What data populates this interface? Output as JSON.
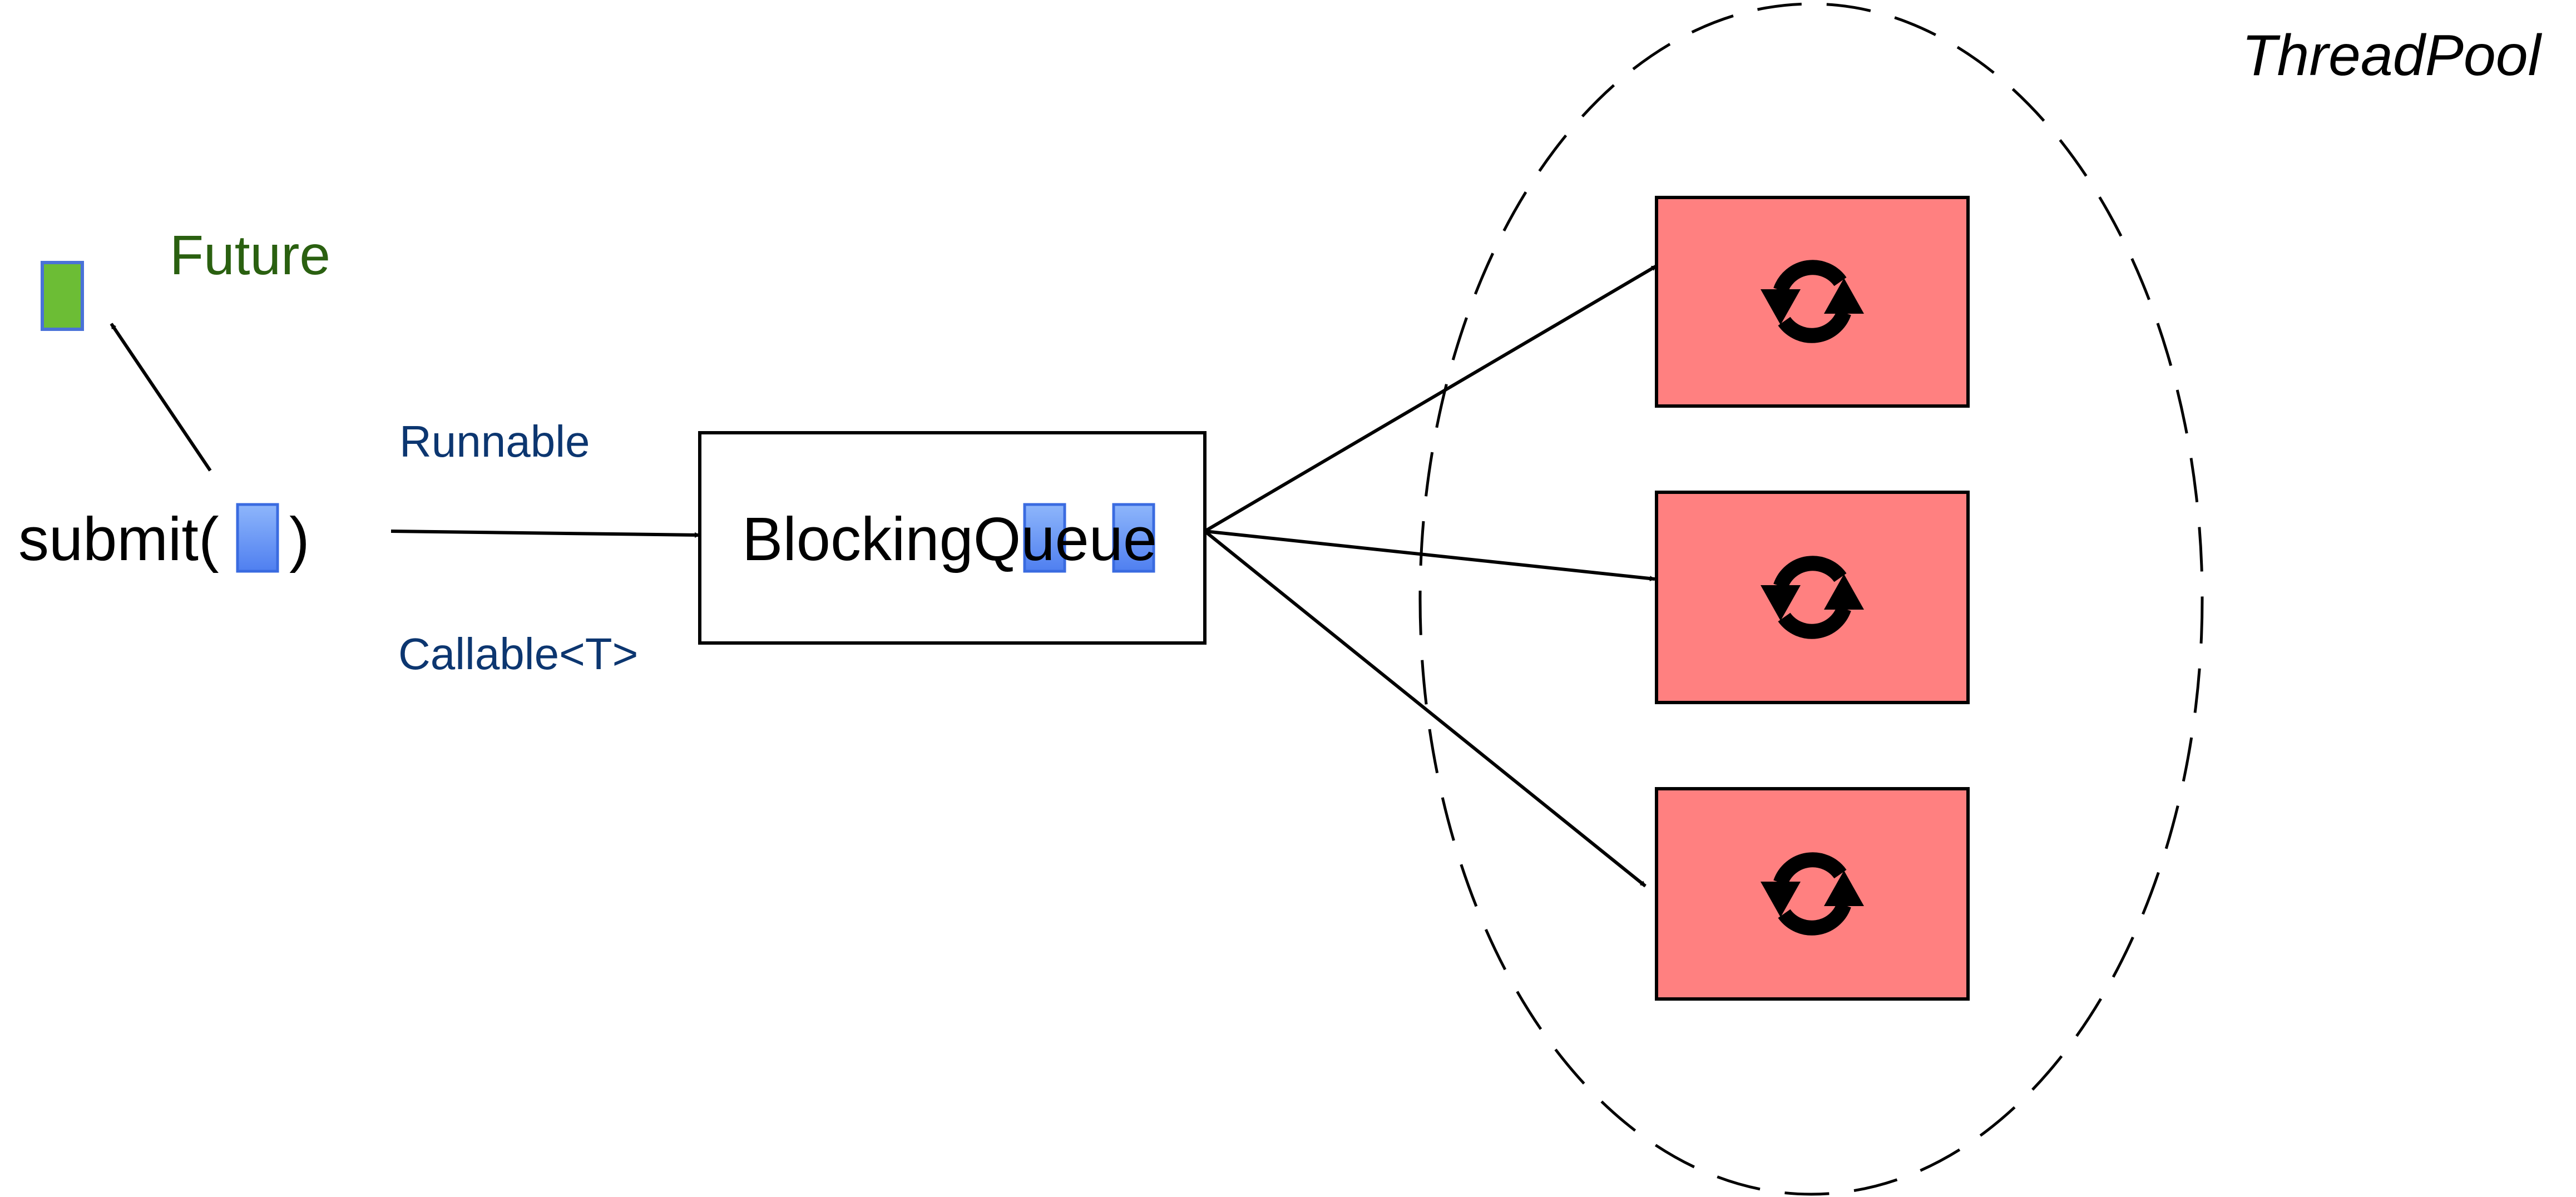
{
  "labels": {
    "future": "Future",
    "runnable": "Runnable",
    "callable": "Callable<T>",
    "submit_open": "submit(",
    "submit_close": ")",
    "queue": "BlockingQueue",
    "threadpool": "ThreadPool"
  },
  "colors": {
    "future_text": "#2a6010",
    "type_text": "#0c3670",
    "future_box": "#6cbd35",
    "task_box": "#5f8ff4",
    "task_border": "#3a6be0",
    "worker_fill": "#ff8080",
    "stroke": "#000000"
  },
  "icons": {
    "worker": "refresh-icon"
  }
}
